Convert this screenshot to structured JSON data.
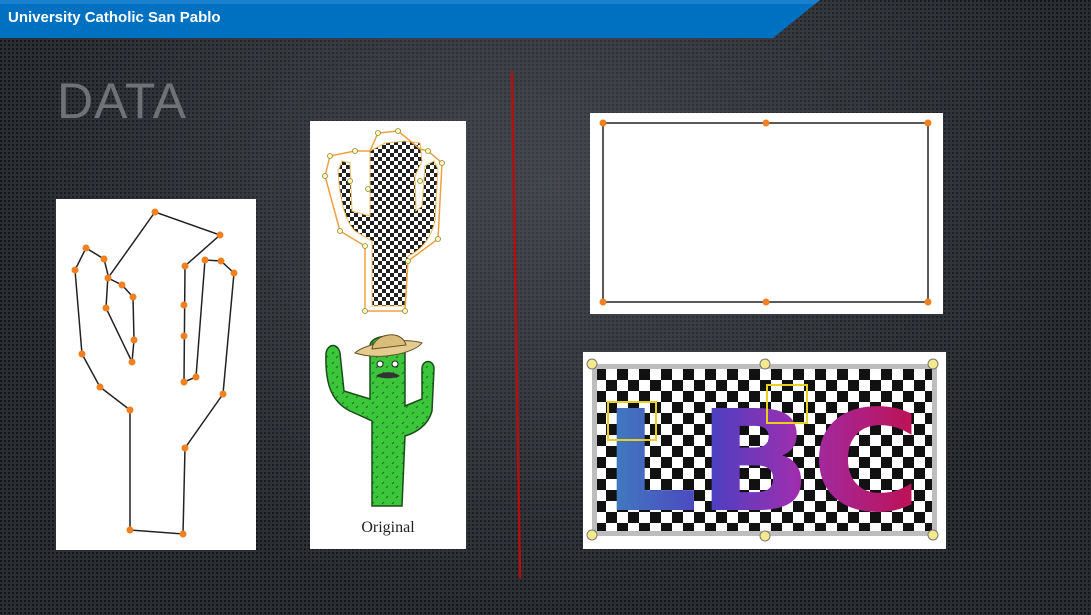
{
  "header": {
    "institution": "University Catholic San Pablo",
    "bar_color": "#0070c0"
  },
  "slide": {
    "title": "DATA"
  },
  "figures": {
    "cactus_points": {
      "point_color": "#f08020",
      "line_color": "#222222"
    },
    "cactus_original": {
      "caption": "Original"
    },
    "rectangle_points": {
      "point_color": "#f08020"
    },
    "lbc_texture": {
      "text": "LBC",
      "handle_color": "#f5e98c"
    }
  },
  "divider": {
    "color": "#b01010"
  }
}
